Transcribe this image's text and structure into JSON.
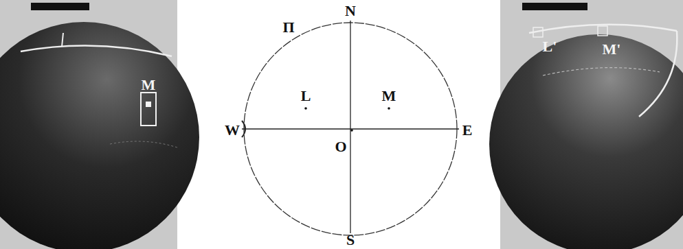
{
  "diagram": {
    "labels": [
      "M",
      "Π",
      "N",
      "W",
      "E",
      "S",
      "O",
      "L",
      "M",
      "L'",
      "M'"
    ]
  }
}
